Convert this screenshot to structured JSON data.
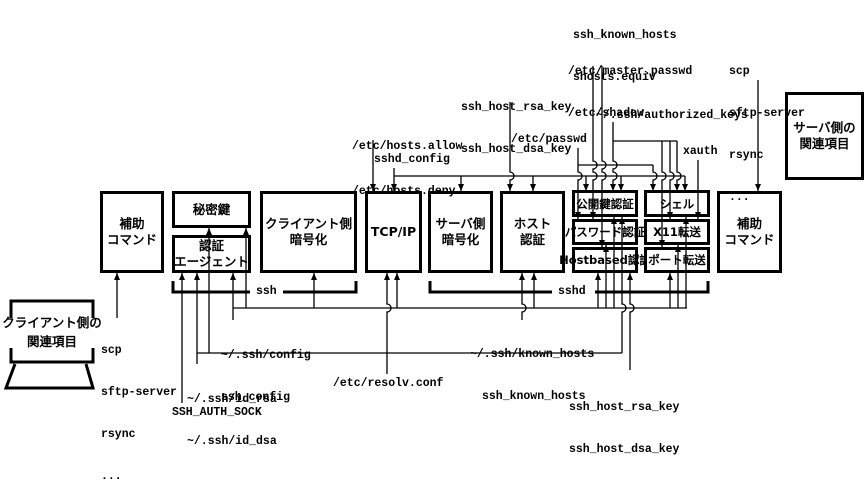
{
  "client": {
    "related_items": [
      "クライアント側の",
      "関連項目"
    ],
    "aux_command": [
      "補助",
      "コマンド"
    ],
    "private_key": "秘密鍵",
    "auth_agent": [
      "認証",
      "エージェント"
    ],
    "client_encryption": [
      "クライアント側",
      "暗号化"
    ],
    "program_label": "ssh",
    "commands": [
      "scp",
      "sftp-server",
      "rsync",
      "..."
    ],
    "config_files": [
      "~/.ssh/config",
      "ssh_config"
    ],
    "identity_files": [
      "~/.ssh/id_rsa",
      "~/.ssh/id_dsa"
    ],
    "auth_sock": "SSH_AUTH_SOCK"
  },
  "network": {
    "tcpip": "TCP/IP",
    "hosts_access": [
      "/etc/hosts.allow",
      "/etc/hosts.deny"
    ],
    "resolv": "/etc/resolv.conf",
    "known_hosts": [
      "~/.ssh/known_hosts",
      "ssh_known_hosts"
    ]
  },
  "server": {
    "related_items": [
      "サーバ側の",
      "関連項目"
    ],
    "server_encryption": [
      "サーバ側",
      "暗号化"
    ],
    "host_auth": [
      "ホスト",
      "認証"
    ],
    "pubkey_auth": "公開鍵認証",
    "password_auth": "パスワード認証",
    "hostbased_auth": "Hostbased認証",
    "shell": "シェル",
    "x11_forwarding": "X11転送",
    "port_forwarding": "ポート転送",
    "aux_command": [
      "補助",
      "コマンド"
    ],
    "program_label": "sshd",
    "sshd_config": "sshd_config",
    "host_keys_top": [
      "ssh_host_rsa_key",
      "ssh_host_dsa_key"
    ],
    "host_keys_bottom": [
      "ssh_host_rsa_key",
      "ssh_host_dsa_key"
    ],
    "passwd": "/etc/passwd",
    "shadow_files": [
      "/etc/master.passwd",
      "/etc/shadow"
    ],
    "hostbased_files": [
      "ssh_known_hosts",
      "shosts.equiv"
    ],
    "authorized_keys": "~/.ssh/authorized_keys",
    "xauth": "xauth",
    "commands": [
      "scp",
      "sftp-server",
      "rsync",
      "..."
    ]
  }
}
